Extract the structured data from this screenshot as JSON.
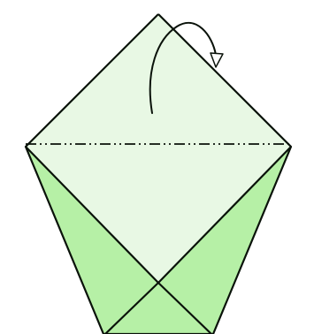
{
  "diagram": {
    "kind": "origami fold step",
    "colors": {
      "background": "#ffffff",
      "paper_light": "#e8f8e4",
      "paper_dark": "#b6f0a6",
      "outline": "#0a120a"
    },
    "symbols": [
      "mountain-fold-line",
      "fold-over-arrow"
    ]
  }
}
